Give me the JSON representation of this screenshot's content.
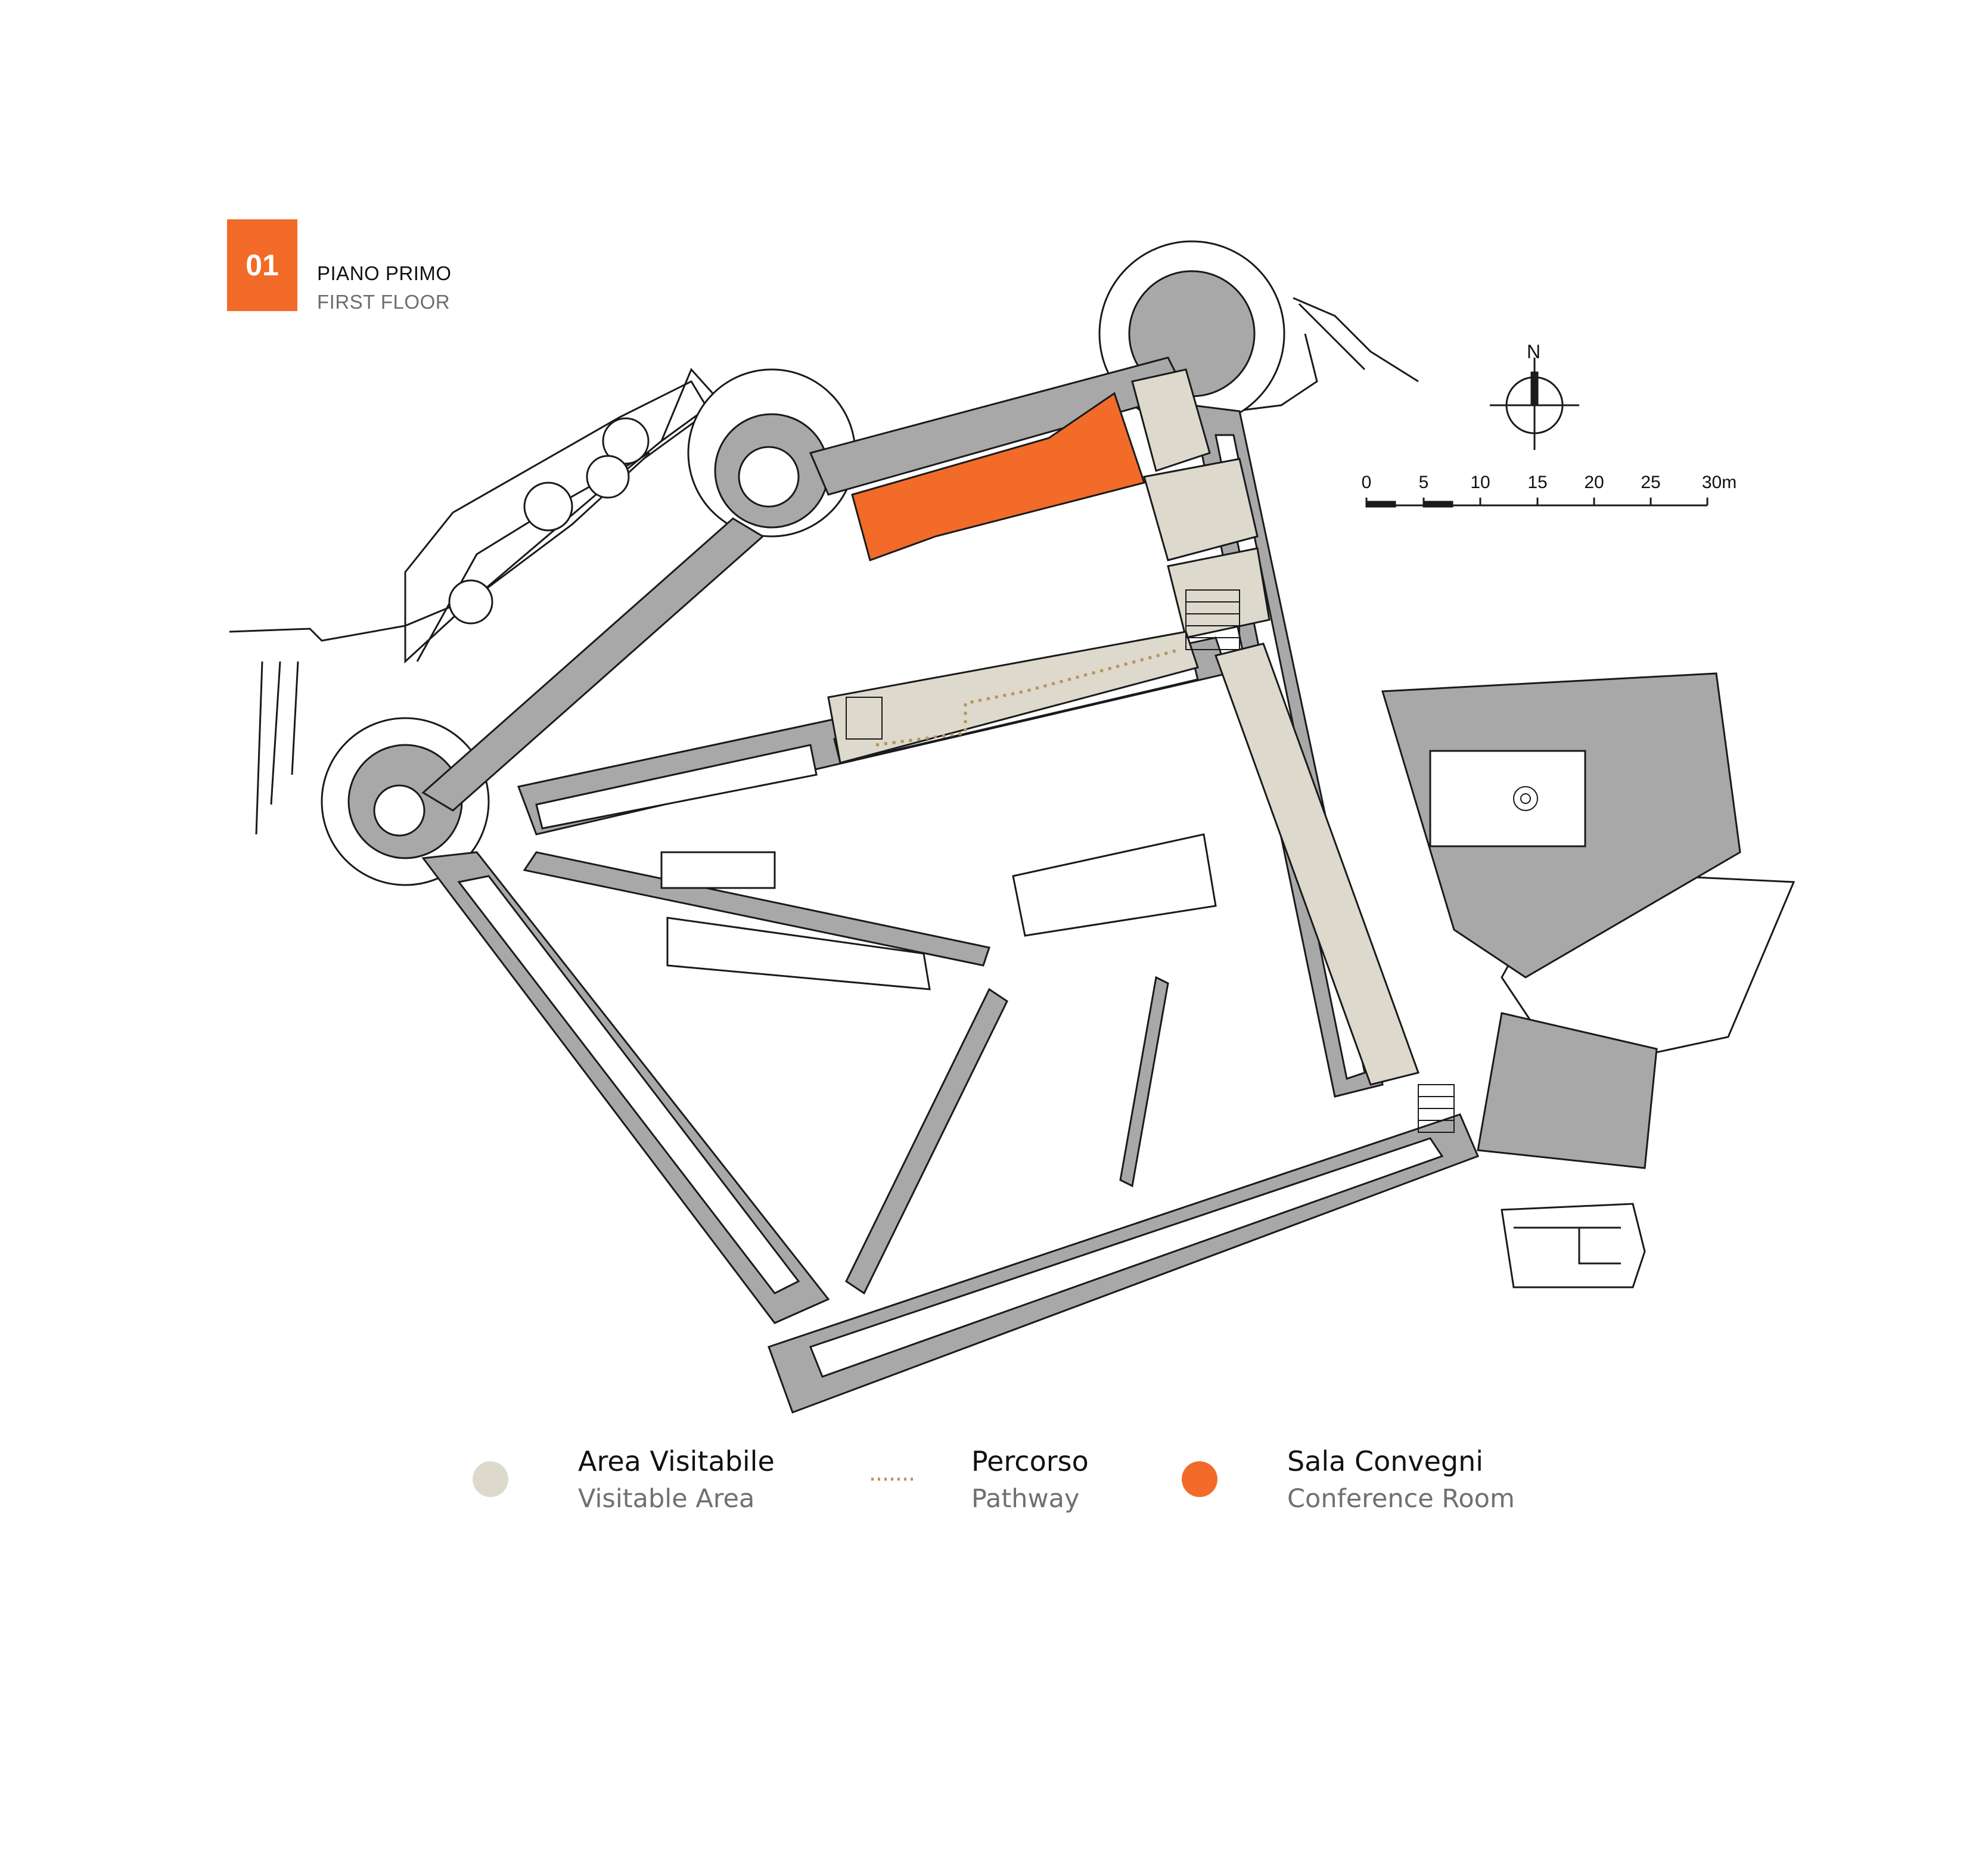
{
  "colors": {
    "accent": "#f26b28",
    "visitable": "#ddd9cc",
    "pathway": "#b8935a",
    "walls": "#a8a8a8",
    "outline": "#1a1a1a"
  },
  "header": {
    "badge": "01",
    "title_it": "PIANO PRIMO",
    "title_en": "FIRST FLOOR"
  },
  "compass": {
    "label": "N",
    "icon": "north-arrow-icon"
  },
  "scale_bar": {
    "ticks": [
      "0",
      "5",
      "10",
      "15",
      "20",
      "25",
      "30m"
    ]
  },
  "legend": {
    "items": [
      {
        "title": "Area Visitabile",
        "subtitle": "Visitable Area",
        "icon": "filled-circle-icon",
        "color": "#ddd9cc"
      },
      {
        "title": "Percorso",
        "subtitle": "Pathway",
        "icon": "dotted-line-icon",
        "color": "#b8935a"
      },
      {
        "title": "Sala Convegni",
        "subtitle": "Conference Room",
        "icon": "filled-circle-icon",
        "color": "#f26b28"
      }
    ]
  }
}
